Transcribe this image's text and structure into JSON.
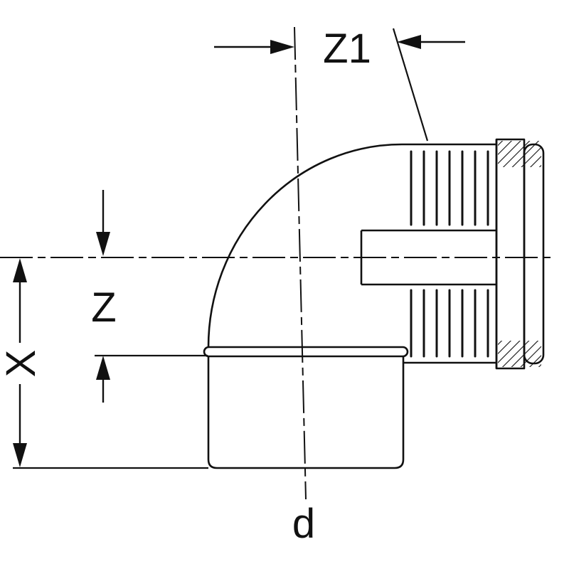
{
  "diagram": {
    "type": "technical-dimension-drawing",
    "subject": "90-degree pipe bend fitting with ribbed sleeve socket",
    "background_color": "#ffffff",
    "line_color": "#111111",
    "labels": {
      "z1": "Z1",
      "z": "Z",
      "x": "X",
      "d": "d"
    }
  }
}
